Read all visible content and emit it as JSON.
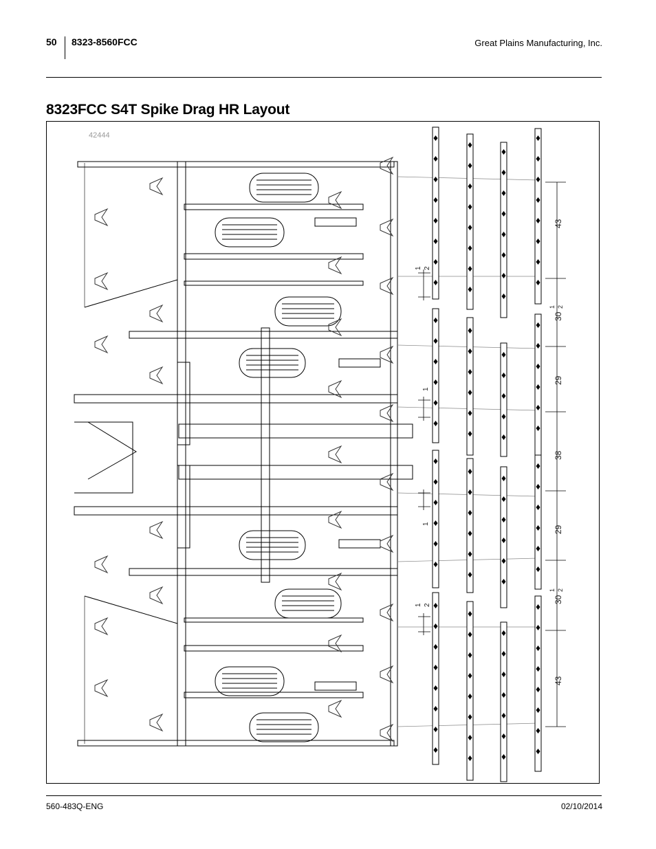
{
  "header": {
    "page_number": "50",
    "model": "8323-8560FCC",
    "company": "Great Plains Manufacturing, Inc."
  },
  "title": "8323FCC S4T Spike Drag HR Layout",
  "figure": {
    "id": "42444",
    "dimensions": {
      "d43_top": "43",
      "d30_top": "30",
      "d30_top_frac_num": "1",
      "d30_top_frac_den": "2",
      "d29_top": "29",
      "d38": "38",
      "d29_bottom": "29",
      "d30_bottom": "30",
      "d30_bottom_frac_num": "1",
      "d30_bottom_frac_den": "2",
      "d43_bottom": "43"
    },
    "offsets": {
      "o_half_top_num": "1",
      "o_half_top_den": "2",
      "o_one_top": "1",
      "o_one_bottom": "1",
      "o_half_bottom_num": "1",
      "o_half_bottom_den": "2"
    }
  },
  "footer": {
    "doc_number": "560-483Q-ENG",
    "date": "02/10/2014"
  }
}
